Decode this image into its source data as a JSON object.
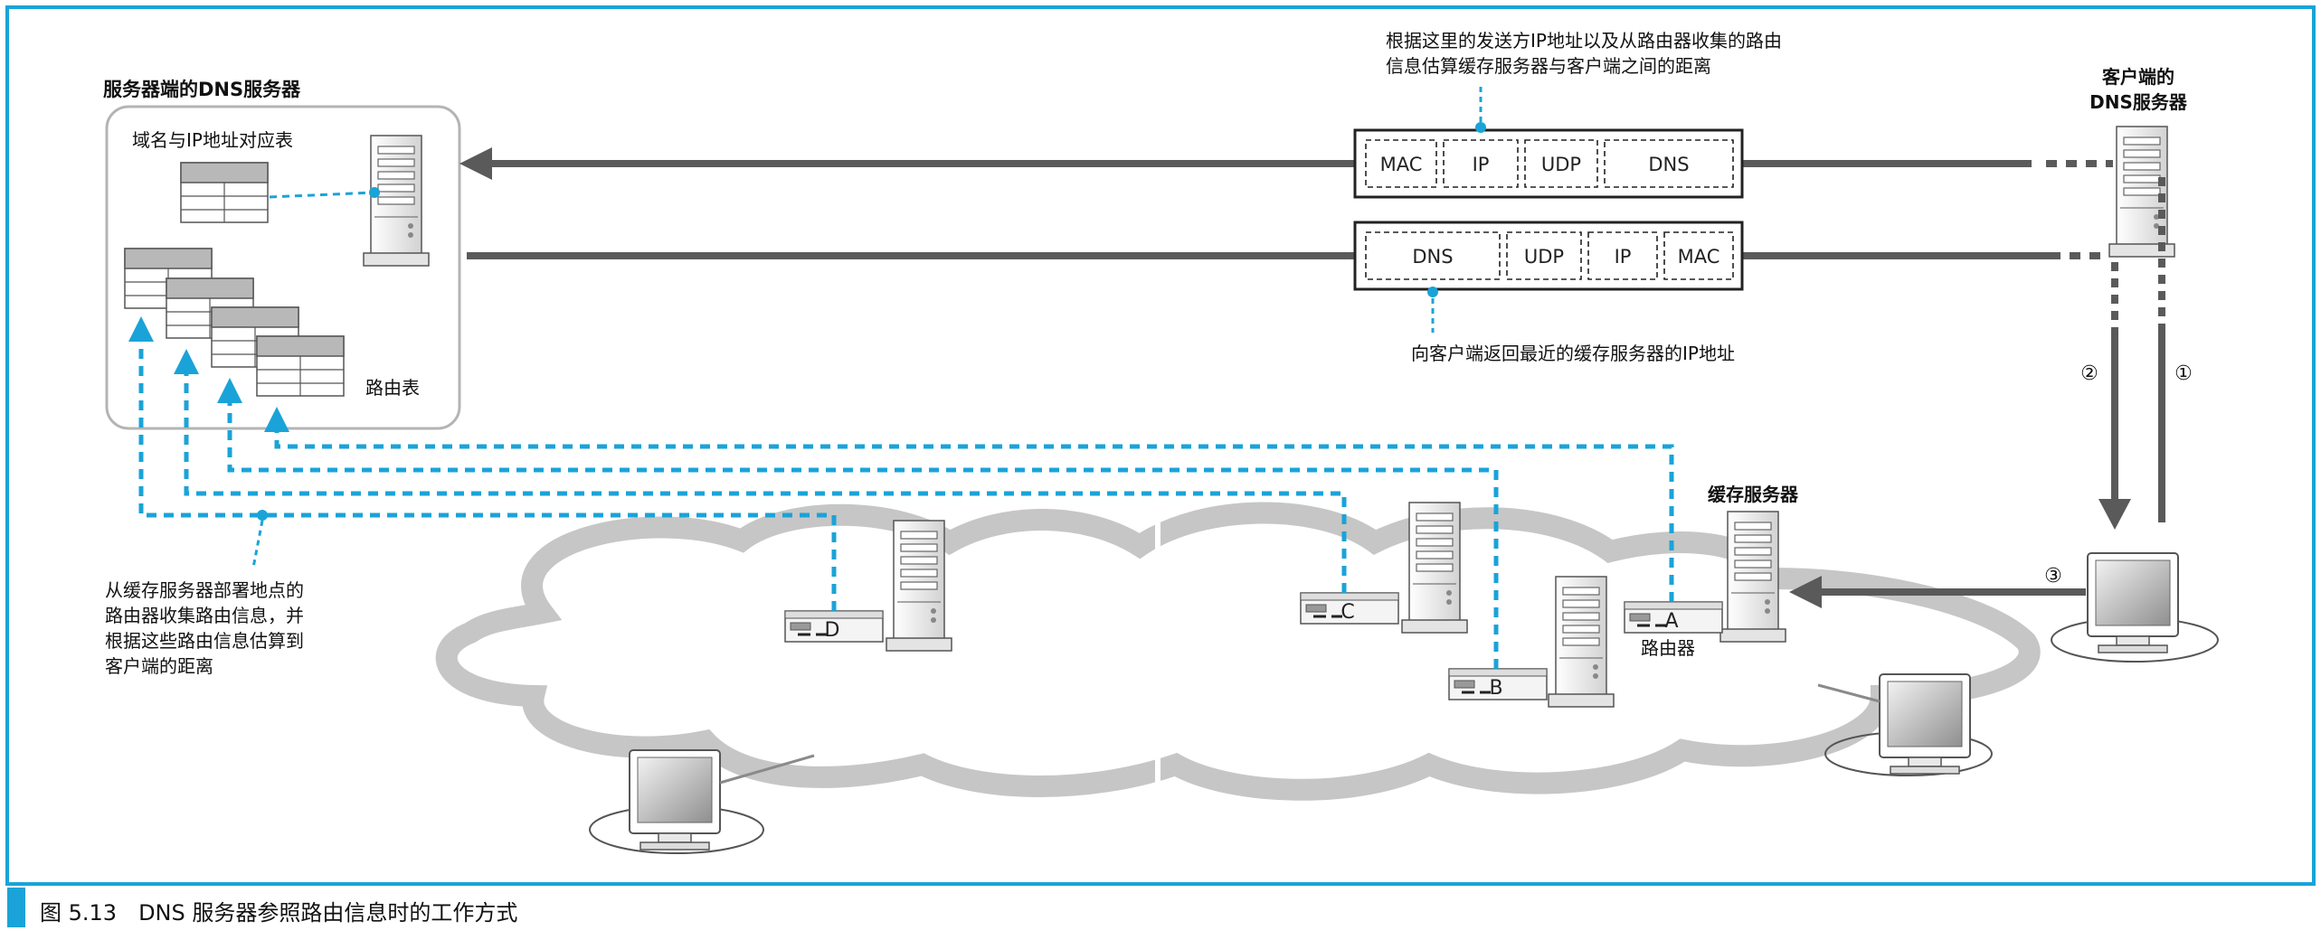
{
  "labels": {
    "authoritative_dns": "服务器端的DNS服务器",
    "domain_table": "域名与IP地址对应表",
    "routing_table": "路由表",
    "client_dns_line1": "客户端的",
    "client_dns_line2": "DNS服务器",
    "cache_server": "缓存服务器",
    "router": "路由器",
    "top_note_line1": "根据这里的发送方IP地址以及从路由器收集的路由",
    "top_note_line2": "信息估算缓存服务器与客户端之间的距离",
    "reply_note": "向客户端返回最近的缓存服务器的IP地址",
    "left_note_line1": "从缓存服务器部署地点的",
    "left_note_line2": "路由器收集路由信息，并",
    "left_note_line3": "根据这些路由信息估算到",
    "left_note_line4": "客户端的距离"
  },
  "packet_request": {
    "fields": [
      "MAC",
      "IP",
      "UDP",
      "DNS"
    ]
  },
  "packet_reply": {
    "fields": [
      "DNS",
      "UDP",
      "IP",
      "MAC"
    ]
  },
  "routers": {
    "a": "A",
    "b": "B",
    "c": "C",
    "d": "D"
  },
  "steps": {
    "step1": "①",
    "step2": "②",
    "step3": "③"
  },
  "caption": {
    "text": "图 5.13　DNS 服务器参照路由信息时的工作方式"
  },
  "colors": {
    "frame": "#1aa3d8",
    "dotted": "#1aa3d8",
    "arrow": "#5a5a5a",
    "cloud": "#c8c8c8"
  },
  "icons": {
    "server": "tower-server-icon",
    "client": "monitor-icon",
    "router": "router-icon"
  }
}
